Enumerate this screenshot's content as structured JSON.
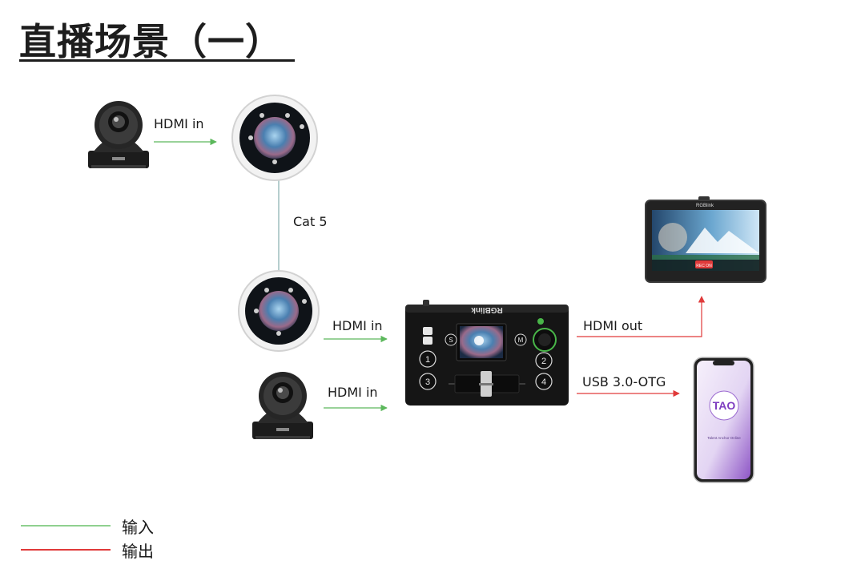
{
  "title": "直播场景（一）",
  "labels": {
    "hdmi_in_1": "HDMI in",
    "cat5": "Cat 5",
    "hdmi_in_2": "HDMI in",
    "hdmi_in_3": "HDMI in",
    "hdmi_out": "HDMI out",
    "usb": "USB 3.0-OTG"
  },
  "devices": {
    "switcher_brand": "RGBlink",
    "monitor_brand": "RGBlink",
    "phone_app": "TAO",
    "phone_tagline": "Talent Anchor Online",
    "monitor_rec": "REC ON"
  },
  "switcher_buttons": [
    "1",
    "2",
    "3",
    "4",
    "S",
    "M"
  ],
  "legend": [
    {
      "label": "输入",
      "color": "#8fd08f"
    },
    {
      "label": "输出",
      "color": "#e03a3a"
    }
  ],
  "colors": {
    "input": "#5cb85c",
    "output": "#e03a3a",
    "cat5": "#9dbdbd"
  }
}
